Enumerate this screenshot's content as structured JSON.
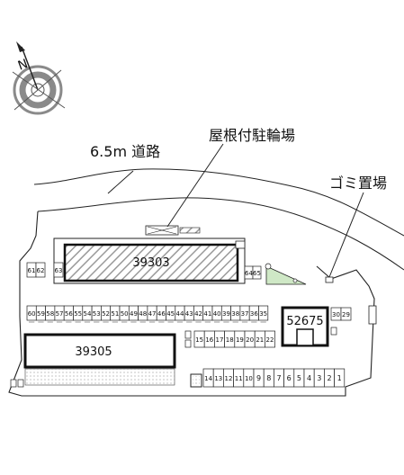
{
  "labels": {
    "road": "6.5m 道路",
    "bicycle_parking": "屋根付駐輪場",
    "garbage_area": "ゴミ置場"
  },
  "compass": {
    "north_letter": "N"
  },
  "buildings": [
    {
      "id": "39303"
    },
    {
      "id": "39305"
    },
    {
      "id": "52675"
    }
  ],
  "parking": {
    "left_column": [
      "61",
      "62",
      "63"
    ],
    "top_row": [
      "60",
      "59",
      "58",
      "57",
      "56",
      "55",
      "54",
      "53",
      "52",
      "51",
      "50",
      "49",
      "48",
      "47",
      "46",
      "45",
      "44",
      "43",
      "42",
      "41",
      "40",
      "39",
      "38",
      "37",
      "36",
      "35"
    ],
    "side_pair": [
      "30",
      "29"
    ],
    "middle_row": [
      "15",
      "16",
      "17",
      "18",
      "19",
      "20",
      "21",
      "22"
    ],
    "right_pair": [
      "64",
      "65"
    ],
    "bottom_row": [
      "14",
      "13",
      "12",
      "11",
      "10",
      "9",
      "8",
      "7",
      "6",
      "5",
      "4",
      "3",
      "2",
      "1"
    ]
  },
  "colors": {
    "line": "#222222",
    "hatch": "#9a9a9a",
    "green_area": "#cfe8c6",
    "compass_gray": "#8a8a8a"
  }
}
